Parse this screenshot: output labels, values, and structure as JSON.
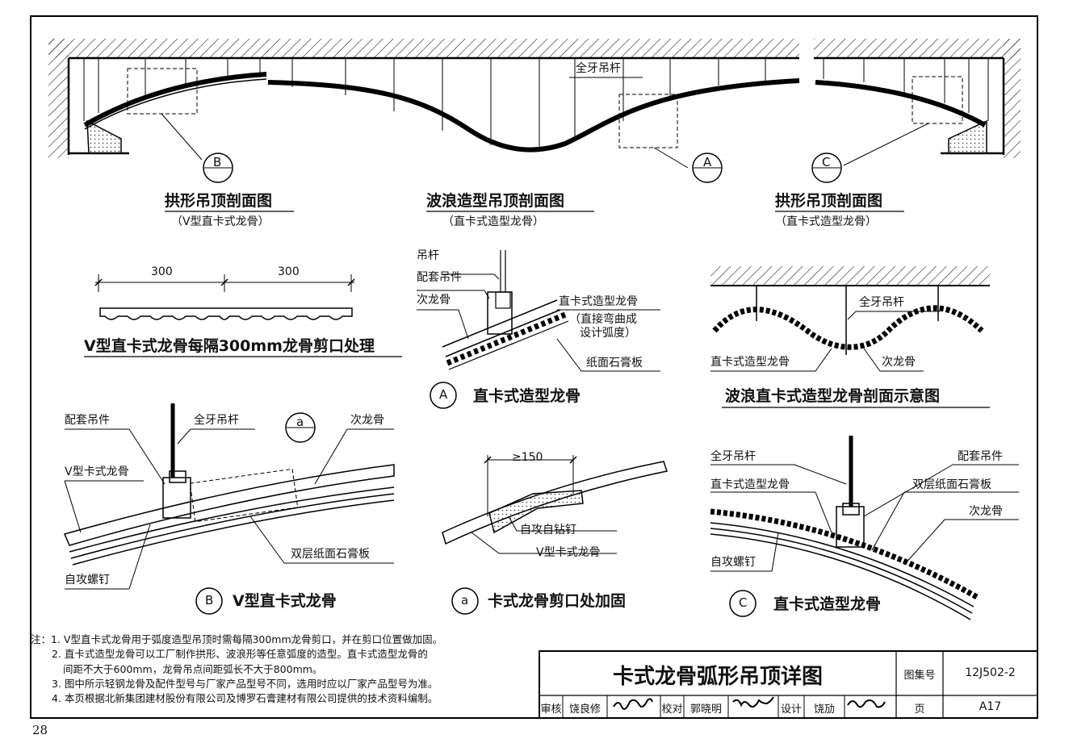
{
  "sections": {
    "arch_left": {
      "title": "拱形吊顶剖面图",
      "subtitle": "（V型直卡式龙骨）"
    },
    "wave": {
      "title": "波浪造型吊顶剖面图",
      "subtitle": "（直卡式造型龙骨）",
      "rod_label": "全牙吊杆"
    },
    "arch_right": {
      "title": "拱形吊顶剖面图",
      "subtitle": "（直卡式造型龙骨）"
    }
  },
  "callouts": {
    "b": {
      "letter": "B",
      "mark": "—"
    },
    "a": {
      "letter": "A",
      "mark": "—"
    },
    "c": {
      "letter": "C",
      "mark": "—"
    },
    "a_small": {
      "letter": "a",
      "mark": "—"
    }
  },
  "notch": {
    "dim1": "300",
    "dim2": "300",
    "title": "V型直卡式龙骨每隔300mm龙骨剪口处理"
  },
  "detail_a": {
    "letter": "A",
    "title": "直卡式造型龙骨",
    "labels": {
      "rod": "吊杆",
      "hanger": "配套吊件",
      "secondary": "次龙骨",
      "keel": "直卡式造型龙骨",
      "keel_note1": "（直接弯曲成",
      "keel_note2": "设计弧度）",
      "board": "纸面石膏板"
    }
  },
  "wave_schematic": {
    "rod": "全牙吊杆",
    "keel": "直卡式造型龙骨",
    "secondary": "次龙骨",
    "title": "波浪直卡式造型龙骨剖面示意图"
  },
  "detail_b": {
    "letter": "B",
    "title": "V型直卡式龙骨",
    "labels": {
      "hanger": "配套吊件",
      "rod": "全牙吊杆",
      "secondary": "次龙骨",
      "keel": "V型卡式龙骨",
      "board": "双层纸面石膏板",
      "screw": "自攻螺钉"
    }
  },
  "detail_a_small": {
    "letter": "a",
    "title": "卡式龙骨剪口处加固",
    "dim": "≥150",
    "labels": {
      "screw": "自攻自钻钉",
      "keel": "V型卡式龙骨"
    }
  },
  "detail_c": {
    "letter": "C",
    "title": "直卡式造型龙骨",
    "labels": {
      "rod": "全牙吊杆",
      "hanger": "配套吊件",
      "keel": "直卡式造型龙骨",
      "board": "双层纸面石膏板",
      "secondary": "次龙骨",
      "screw": "自攻螺钉"
    }
  },
  "notes": [
    "注：1. V型直卡式龙骨用于弧度造型吊顶时需每隔300mm龙骨剪口，并在剪口位置做加固。",
    "2. 直卡式造型龙骨可以工厂制作拱形、波浪形等任意弧度的造型。直卡式造型龙骨的",
    "间距不大于600mm，龙骨吊点间距弧长不大于800mm。",
    "3. 图中所示轻钢龙骨及配件型号与厂家产品型号不同，选用时应以厂家产品型号为准。",
    "4. 本页根据北新集团建材股份有限公司及博罗石膏建材有限公司提供的技术资料编制。"
  ],
  "title_block": {
    "title": "卡式龙骨弧形吊顶详图",
    "atlas_label": "图集号",
    "atlas_no": "12J502-2",
    "page_label": "页",
    "page_no": "A17",
    "review_label": "审核",
    "reviewer": "饶良修",
    "check_label": "校对",
    "checker": "郭晓明",
    "design_label": "设计",
    "designer": "饶劢"
  },
  "page_number": "28"
}
